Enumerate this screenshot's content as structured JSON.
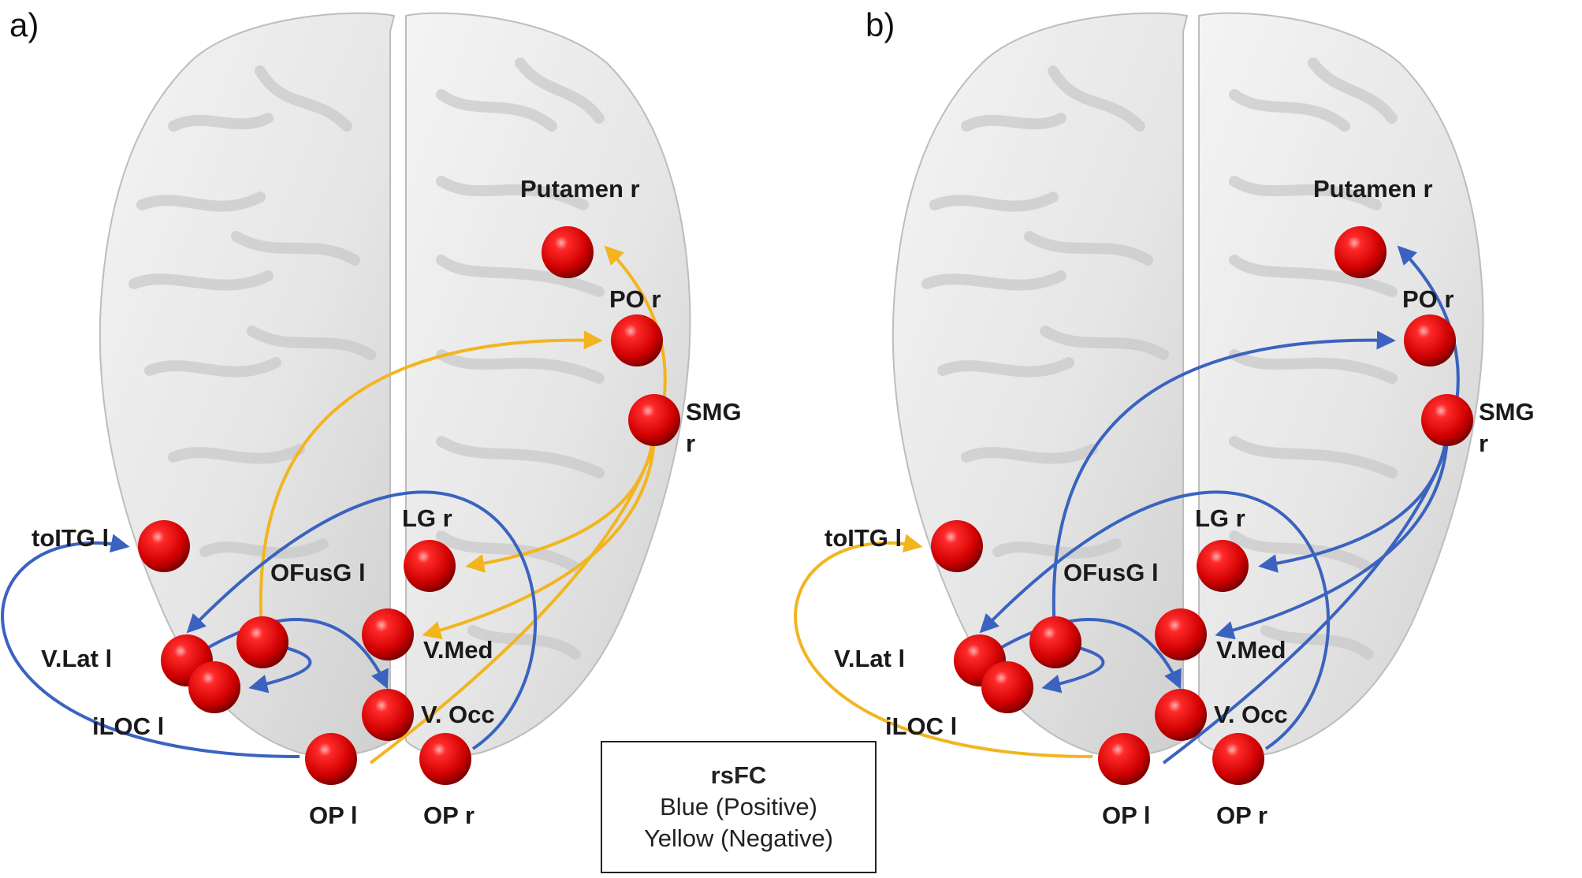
{
  "panels": [
    {
      "tag": "a)",
      "regions": [
        {
          "id": "putamen_r",
          "label": "Putamen r"
        },
        {
          "id": "po_r",
          "label": "PO r"
        },
        {
          "id": "smg_r",
          "label": "SMG r"
        },
        {
          "id": "toitg_l",
          "label": "toITG l"
        },
        {
          "id": "lg_r",
          "label": "LG r"
        },
        {
          "id": "ofusg_l",
          "label": "OFusG l"
        },
        {
          "id": "vlat_l",
          "label": "V.Lat l"
        },
        {
          "id": "iloc_l",
          "label": "iLOC l"
        },
        {
          "id": "vmed",
          "label": "V.Med"
        },
        {
          "id": "vocc",
          "label": "V. Occ"
        },
        {
          "id": "op_l",
          "label": "OP l"
        },
        {
          "id": "op_r",
          "label": "OP r"
        }
      ],
      "connections": [
        {
          "from": "op_r",
          "to": "putamen_r",
          "sign": "negative"
        },
        {
          "from": "ofusg_l",
          "to": "po_r",
          "sign": "negative"
        },
        {
          "from": "smg_r",
          "to": "lg_r",
          "sign": "negative"
        },
        {
          "from": "smg_r",
          "to": "vmed",
          "sign": "negative"
        },
        {
          "from": "op_l",
          "to": "toitg_l",
          "sign": "positive"
        },
        {
          "from": "op_r",
          "to": "vlat_l",
          "sign": "positive"
        },
        {
          "from": "vlat_l",
          "to": "vocc",
          "sign": "positive"
        },
        {
          "from": "ofusg_l",
          "to": "iloc_l",
          "sign": "positive"
        }
      ]
    },
    {
      "tag": "b)",
      "regions": [
        {
          "id": "putamen_r",
          "label": "Putamen r"
        },
        {
          "id": "po_r",
          "label": "PO r"
        },
        {
          "id": "smg_r",
          "label": "SMG r"
        },
        {
          "id": "toitg_l",
          "label": "toITG l"
        },
        {
          "id": "lg_r",
          "label": "LG r"
        },
        {
          "id": "ofusg_l",
          "label": "OFusG l"
        },
        {
          "id": "vlat_l",
          "label": "V.Lat l"
        },
        {
          "id": "iloc_l",
          "label": "iLOC l"
        },
        {
          "id": "vmed",
          "label": "V.Med"
        },
        {
          "id": "vocc",
          "label": "V. Occ"
        },
        {
          "id": "op_l",
          "label": "OP l"
        },
        {
          "id": "op_r",
          "label": "OP r"
        }
      ],
      "connections": [
        {
          "from": "op_r",
          "to": "putamen_r",
          "sign": "positive"
        },
        {
          "from": "ofusg_l",
          "to": "po_r",
          "sign": "positive"
        },
        {
          "from": "smg_r",
          "to": "lg_r",
          "sign": "positive"
        },
        {
          "from": "smg_r",
          "to": "vmed",
          "sign": "positive"
        },
        {
          "from": "op_l",
          "to": "toitg_l",
          "sign": "negative"
        },
        {
          "from": "op_r",
          "to": "vlat_l",
          "sign": "positive"
        },
        {
          "from": "vlat_l",
          "to": "vocc",
          "sign": "positive"
        },
        {
          "from": "ofusg_l",
          "to": "iloc_l",
          "sign": "positive"
        }
      ]
    }
  ],
  "legend": {
    "title": "rsFC",
    "positive": "Blue (Positive)",
    "negative": "Yellow (Negative)"
  },
  "colors": {
    "positive": "#3a63c0",
    "negative": "#f2b51f",
    "node": "#e00000"
  }
}
